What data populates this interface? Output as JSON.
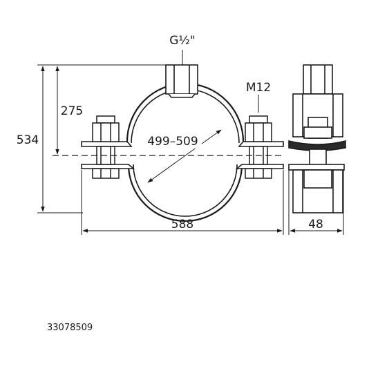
{
  "labels": {
    "thread_connection": "G½\"",
    "bolt_size": "M12",
    "overall_height": "534",
    "height_to_center": "275",
    "clamp_range": "499–509",
    "overall_width": "588",
    "band_width": "48"
  },
  "article_number": "33078509"
}
